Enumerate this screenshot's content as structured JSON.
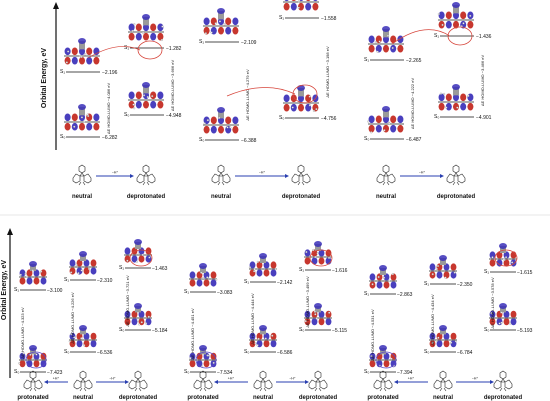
{
  "panels": [
    {
      "axis_title": "Orbital Energy, eV",
      "groups": [
        {
          "species_labels": [
            "neutral",
            "deprotonated"
          ],
          "s1_energies": [
            "−2.196",
            "−1.282"
          ],
          "s0_energies": [
            "−6.282",
            "−4.948"
          ],
          "gap_labels": [
            "ΔE HOMO-LUMO −4.086 eV",
            "ΔE HOMO-LUMO −3.666 eV"
          ],
          "arrow_label": "−H⁺"
        },
        {
          "species_labels": [
            "neutral",
            "deprotonated"
          ],
          "s1_energies": [
            "−2.109",
            "−1.558"
          ],
          "s0_energies": [
            "−6.388",
            "−4.756"
          ],
          "gap_labels": [
            "ΔE HOMO-LUMO −4.279 eV",
            "ΔE HOMO-LUMO −3.198 eV"
          ],
          "arrow_label": "−H⁺"
        },
        {
          "species_labels": [
            "neutral",
            "deprotonated"
          ],
          "s1_energies": [
            "−2.265",
            "−1.436"
          ],
          "s0_energies": [
            "−6.487",
            "−4.901"
          ],
          "gap_labels": [
            "ΔE HOMO-LUMO −4.222 eV",
            "ΔE HOMO-LUMO −3.466 eV"
          ],
          "arrow_label": "−H⁺"
        }
      ]
    },
    {
      "axis_title": "Orbital Energy, eV",
      "groups": [
        {
          "species_labels": [
            "protonated",
            "neutral",
            "deprotonated"
          ],
          "s1_energies": [
            "−3.100",
            "−2.310",
            "−1.463"
          ],
          "s0_energies": [
            "−7.423",
            "−6.536",
            "−5.184"
          ],
          "gap_labels": [
            "ΔE HOMO-LUMO −4.323 eV",
            "ΔE HOMO-LUMO −4.226 eV",
            "ΔE HOMO-LUMO −3.721 eV"
          ],
          "arrow_labels": [
            "+H⁺",
            "−H⁺"
          ]
        },
        {
          "species_labels": [
            "protonated",
            "neutral",
            "deprotonated"
          ],
          "s1_energies": [
            "−3.083",
            "−2.142",
            "−1.616"
          ],
          "s0_energies": [
            "−7.534",
            "−6.586",
            "−5.115"
          ],
          "gap_labels": [
            "ΔE HOMO-LUMO −4.451 eV",
            "ΔE HOMO-LUMO −4.444 eV",
            "ΔE HOMO-LUMO −3.499 eV"
          ],
          "arrow_labels": [
            "+H⁺",
            "−H⁺"
          ]
        },
        {
          "species_labels": [
            "protonated",
            "neutral",
            "deprotonated"
          ],
          "s1_energies": [
            "−2.863",
            "−2.350",
            "−1.615"
          ],
          "s0_energies": [
            "−7.394",
            "−6.784",
            "−5.193"
          ],
          "gap_labels": [
            "ΔE HOMO-LUMO −4.531 eV",
            "ΔE HOMO-LUMO −4.434 eV",
            "ΔE HOMO-LUMO −3.578 eV"
          ],
          "arrow_labels": [
            "+H⁺",
            "−H⁺"
          ]
        }
      ]
    }
  ],
  "state_labels": {
    "excited": "S₁",
    "ground": "S₀"
  },
  "colors": {
    "lobe_positive": "#c2261c",
    "lobe_negative": "#3a2fb8",
    "highlight_ring": "#d6453b",
    "arrow": "#2a3fb0",
    "level_line": "#111111",
    "atom_carbon": "#7a7a7a"
  }
}
